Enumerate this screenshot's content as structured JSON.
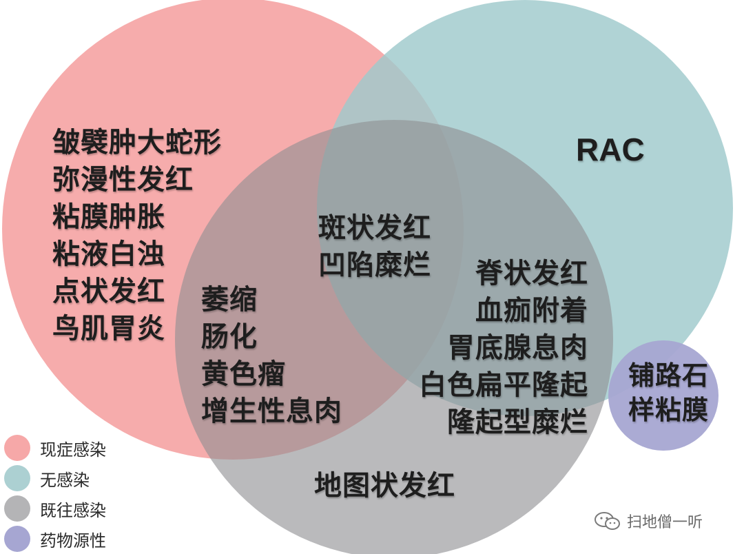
{
  "legend": [
    {
      "label": "现症感染",
      "color": "#f6a8a8"
    },
    {
      "label": "无感染",
      "color": "#acd0d2"
    },
    {
      "label": "既往感染",
      "color": "#b4b4b6"
    },
    {
      "label": "药物源性",
      "color": "#a6a6d2"
    }
  ],
  "regions": {
    "current_only": [
      "皱襞肿大蛇形",
      "弥漫性发红",
      "粘膜肿胀",
      "粘液白浊",
      "点状发红",
      "鸟肌胃炎"
    ],
    "none_only": "RAC",
    "all_three": [
      "斑状发红",
      "凹陷糜烂"
    ],
    "current_past": [
      "萎缩",
      "肠化",
      "黄色瘤",
      "增生性息肉"
    ],
    "none_past": [
      "脊状发红",
      "血痂附着",
      "胃底腺息肉",
      "白色扁平隆起",
      "隆起型糜烂"
    ],
    "past_only": "地图状发红",
    "drug": [
      "铺路石",
      "样粘膜"
    ]
  },
  "watermark": "扫地僧一听"
}
